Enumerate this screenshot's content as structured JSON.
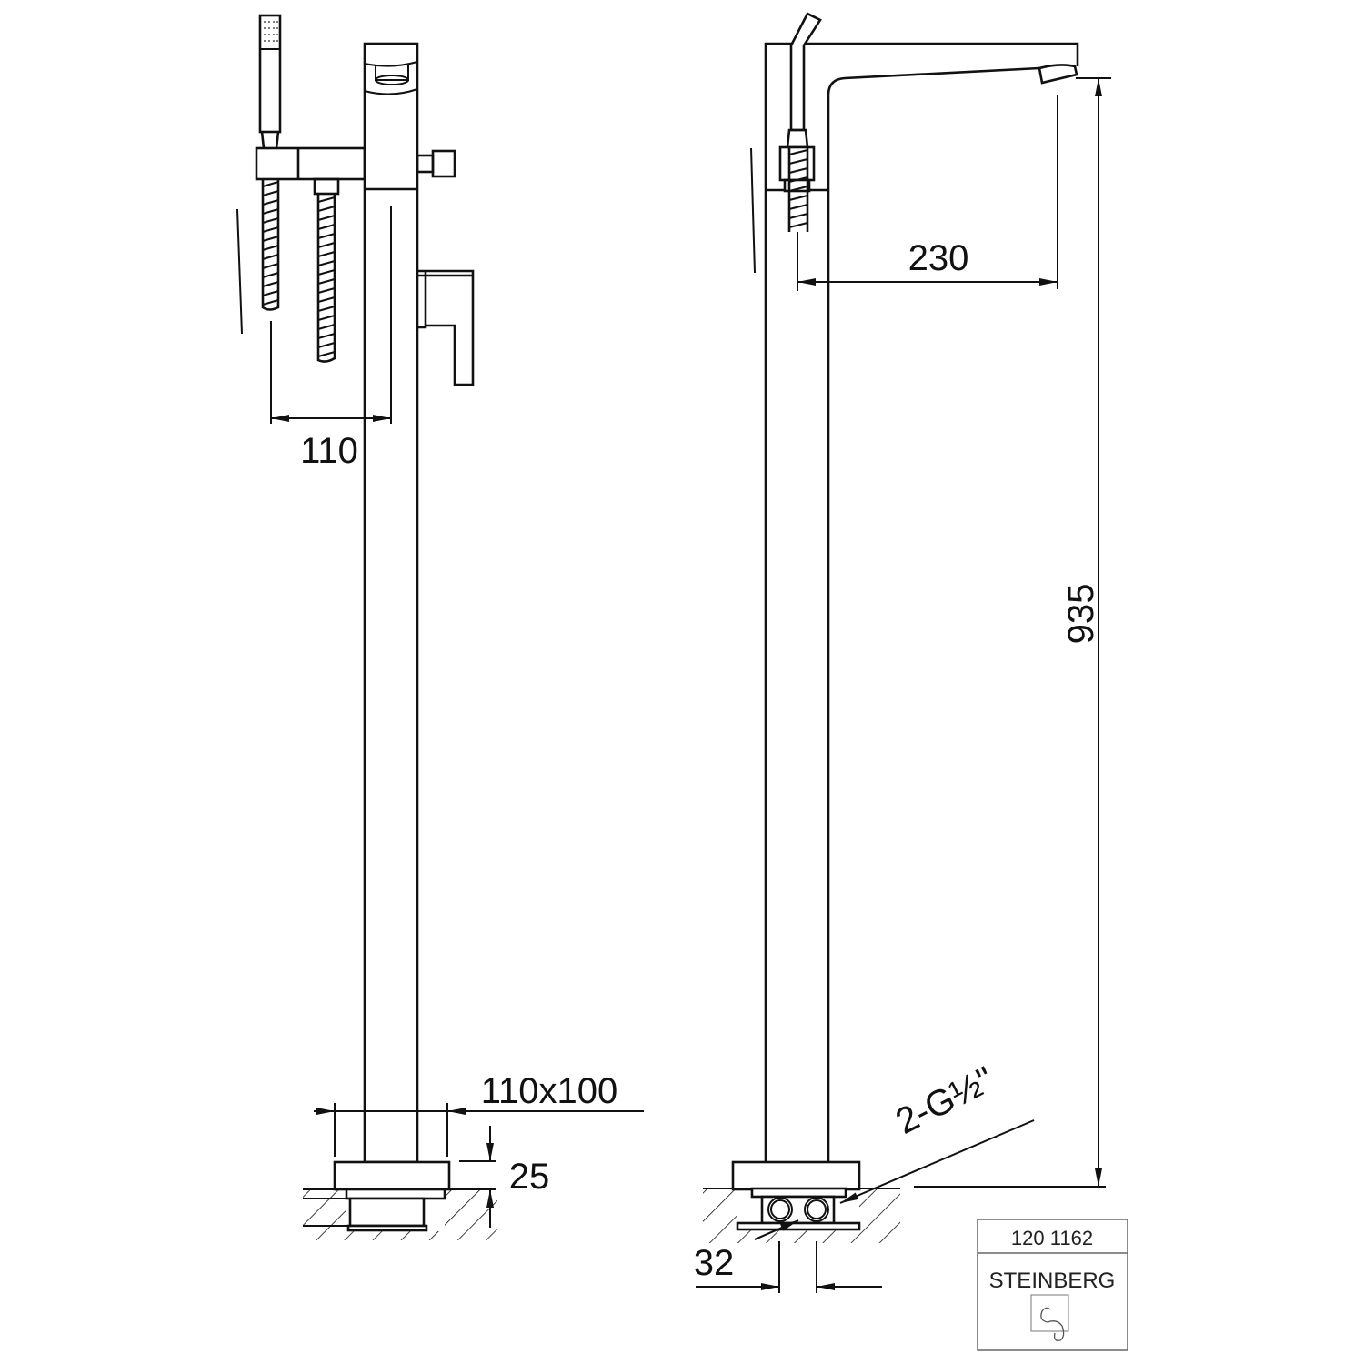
{
  "drawing": {
    "dimensions": {
      "shower_offset": "110",
      "base_size": "110x100",
      "base_height": "25",
      "spout_reach": "230",
      "total_height": "935",
      "connection": "2-G½\"",
      "connection_spacing": "32"
    },
    "title_block": {
      "article_number": "120 1162",
      "brand": "STEINBERG"
    },
    "colors": {
      "line": "#111111",
      "background": "#ffffff"
    }
  }
}
